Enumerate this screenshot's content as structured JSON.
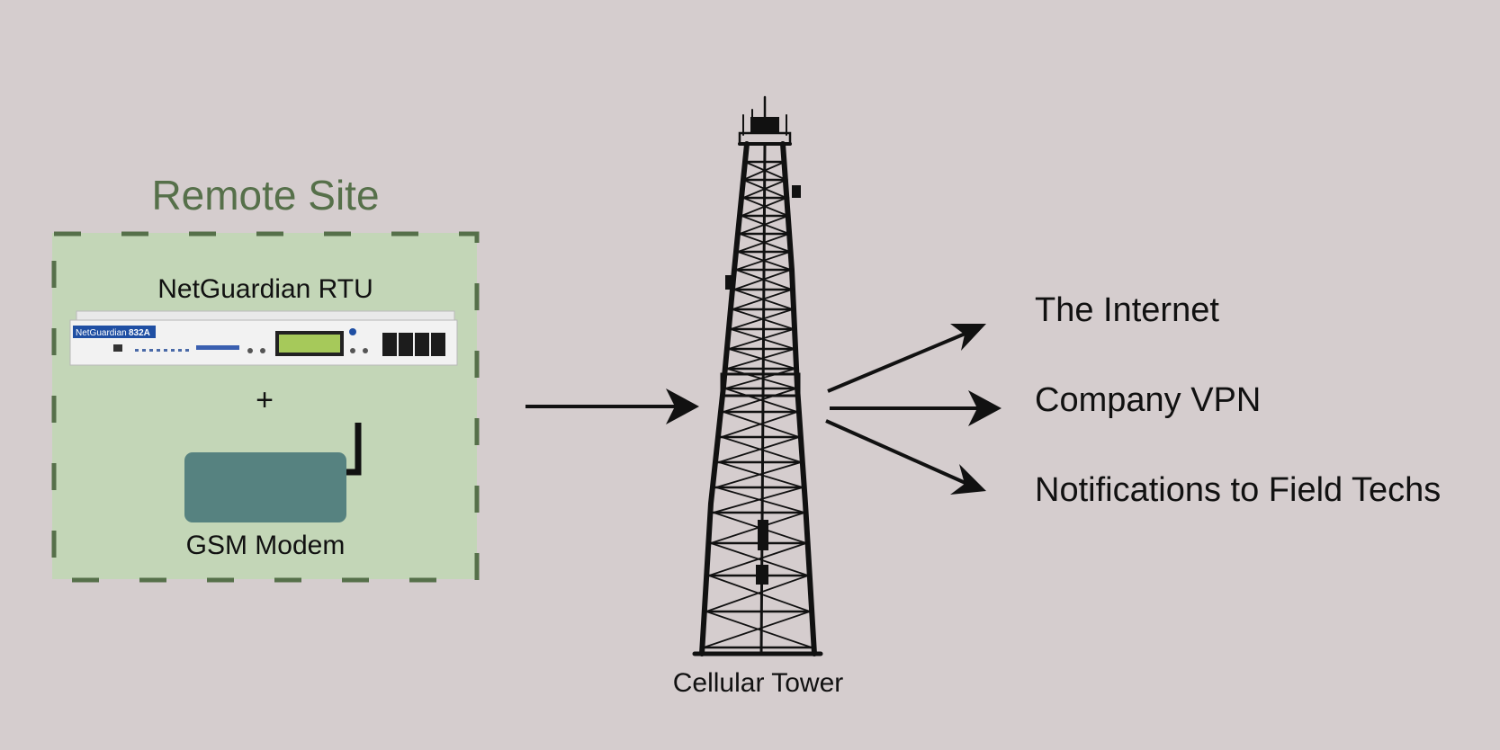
{
  "remote_site": {
    "title": "Remote Site",
    "rtu_label": "NetGuardian RTU",
    "device_brand": "NetGuardian",
    "device_model": "832A",
    "plus_sign": "+",
    "modem_label": "GSM Modem"
  },
  "tower": {
    "label": "Cellular Tower"
  },
  "destinations": [
    {
      "label": "The Internet"
    },
    {
      "label": "Company VPN"
    },
    {
      "label": "Notifications to Field Techs"
    }
  ],
  "colors": {
    "background": "#d5cdce",
    "site_fill": "#c3d6b7",
    "site_border": "#56704a",
    "modem": "#568280",
    "device_panel": "#1f4fa3",
    "lcd": "#a6c95a",
    "ink": "#111111"
  }
}
